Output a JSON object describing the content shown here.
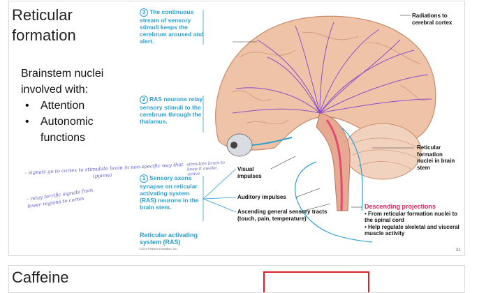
{
  "slide": {
    "title": "Reticular\nformation",
    "intro": "Brainstem nuclei involved with:",
    "bullets": [
      "Attention",
      "Autonomic functions"
    ],
    "page_number": "31",
    "copyright": "©2016 Pearson Education, Inc."
  },
  "handwritten": {
    "line1": "– signals go to cortex to stimulate brain in non-specific way that",
    "line1b": "(ppinw)",
    "line1c": "stimulate brain to keep it awake, active",
    "line2": "– relay terrific signals from lower regions to cortex"
  },
  "figure": {
    "label3_num": "3",
    "label3": "The continuous stream of sensory stimuli keeps the cerebrum aroused and alert.",
    "label2_num": "2",
    "label2": "RAS neurons relay sensory stimuli to the cerebrum through the thalamus.",
    "label1_num": "1",
    "label1": "Sensory axons synapse on reticular activating system (RAS) neurons in the brain stem.",
    "ras_title": "Reticular activating system (RAS)",
    "radiations": "Radiations to cerebral cortex",
    "nuclei": "Reticular formation nuclei in brain stem",
    "visual": "Visual impulses",
    "auditory": "Auditory impulses",
    "ascending": "Ascending general sensory tracts (touch, pain, temperature)",
    "descending_title": "Descending projections",
    "descending_1": "From reticular formation nuclei to the spinal cord",
    "descending_2": "Help regulate skeletal and visceral muscle activity"
  },
  "slide2": {
    "title": "Caffeine"
  },
  "colors": {
    "accent_blue": "#2aa0d0",
    "accent_pink": "#e0245e",
    "arrow_purple": "#8a4fc8",
    "brain": "#e9b59a"
  }
}
